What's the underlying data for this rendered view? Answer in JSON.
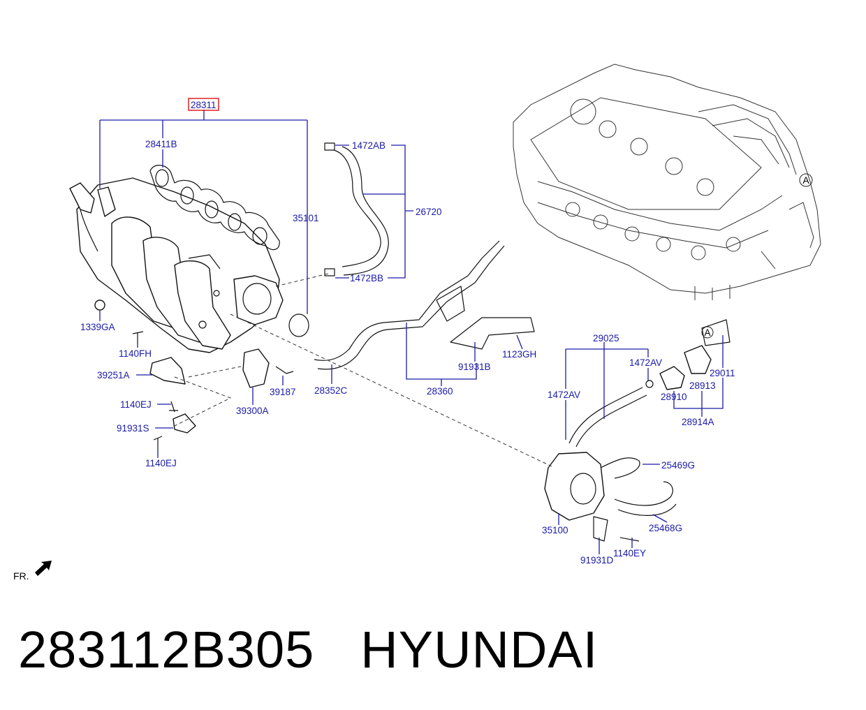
{
  "diagram": {
    "orientation_label": "FR.",
    "reference_label": "A",
    "highlighted_part": "28311",
    "part_labels": [
      "28311",
      "28411B",
      "35101",
      "1472AB",
      "26720",
      "1472BB",
      "1339GA",
      "1140FH",
      "39251A",
      "1140EJ",
      "91931S",
      "1140EJ",
      "39187",
      "39300A",
      "28352C",
      "28360",
      "91931B",
      "1123GH",
      "29025",
      "1472AV",
      "1472AV",
      "29011",
      "28913",
      "28910",
      "28914A",
      "25469G",
      "25468G",
      "35100",
      "91931D",
      "1140EY"
    ]
  },
  "caption": {
    "part_number": "283112B305",
    "brand": "HYUNDAI"
  },
  "colors": {
    "label_text": "#1a1aa6",
    "highlight_box": "#e02020"
  }
}
